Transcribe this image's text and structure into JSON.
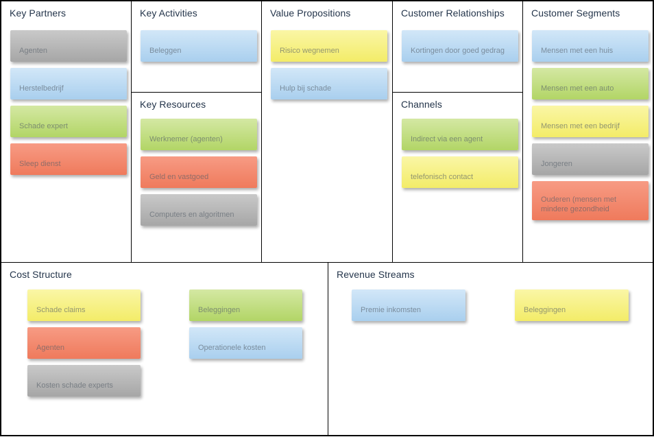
{
  "canvas": {
    "palette": {
      "grid_line": "#000000",
      "title_text": "#23344a",
      "note_text": "#5e6870",
      "note_gray_top": "#c9c9c9",
      "note_gray_bottom": "#a6a6a6",
      "note_blue_top": "#d2e7f8",
      "note_blue_bottom": "#a9cfee",
      "note_green_top": "#d4e8a3",
      "note_green_bottom": "#b2d566",
      "note_red_top": "#f79b84",
      "note_red_bottom": "#ef7a5c",
      "note_yellow_top": "#faf6a6",
      "note_yellow_bottom": "#f3ec68"
    },
    "sections": {
      "key_partners": {
        "title": "Key Partners",
        "notes": [
          {
            "label": "Agenten",
            "color": "gray"
          },
          {
            "label": "Herstelbedrijf",
            "color": "blue"
          },
          {
            "label": "Schade expert",
            "color": "green"
          },
          {
            "label": "Sleep dienst",
            "color": "red"
          }
        ]
      },
      "key_activities": {
        "title": "Key Activities",
        "notes": [
          {
            "label": "Beleggen",
            "color": "blue"
          }
        ]
      },
      "key_resources": {
        "title": "Key Resources",
        "notes": [
          {
            "label": "Werknemer (agenten)",
            "color": "green"
          },
          {
            "label": "Geld en vastgoed",
            "color": "red"
          },
          {
            "label": "Computers en algoritmen",
            "color": "gray"
          }
        ]
      },
      "value_propositions": {
        "title": "Value Propositions",
        "notes": [
          {
            "label": "Risico wegnemen",
            "color": "yellow"
          },
          {
            "label": "Hulp bij schade",
            "color": "blue"
          }
        ]
      },
      "customer_relationships": {
        "title": "Customer Relationships",
        "notes": [
          {
            "label": "Kortingen door goed gedrag",
            "color": "blue"
          }
        ]
      },
      "channels": {
        "title": "Channels",
        "notes": [
          {
            "label": "Indirect via een agent",
            "color": "green"
          },
          {
            "label": "telefonisch contact",
            "color": "yellow"
          }
        ]
      },
      "customer_segments": {
        "title": "Customer Segments",
        "notes": [
          {
            "label": "Mensen met een huis",
            "color": "blue"
          },
          {
            "label": "Mensen met een auto",
            "color": "green"
          },
          {
            "label": "Mensen met een bedrijf",
            "color": "yellow"
          },
          {
            "label": "Jongeren",
            "color": "gray"
          },
          {
            "label": "Ouderen (mensen met mindere gezondheid",
            "color": "red"
          }
        ]
      },
      "cost_structure": {
        "title": "Cost Structure",
        "columns": [
          [
            {
              "label": "Schade claims",
              "color": "yellow"
            },
            {
              "label": "Agenten",
              "color": "red"
            },
            {
              "label": "Kosten schade experts",
              "color": "gray"
            }
          ],
          [
            {
              "label": "Beleggingen",
              "color": "green"
            },
            {
              "label": "Operationele kosten",
              "color": "blue"
            }
          ]
        ]
      },
      "revenue_streams": {
        "title": "Revenue Streams",
        "columns": [
          [
            {
              "label": "Premie inkomsten",
              "color": "blue"
            }
          ],
          [
            {
              "label": "Beleggingen",
              "color": "yellow"
            }
          ]
        ]
      }
    }
  }
}
